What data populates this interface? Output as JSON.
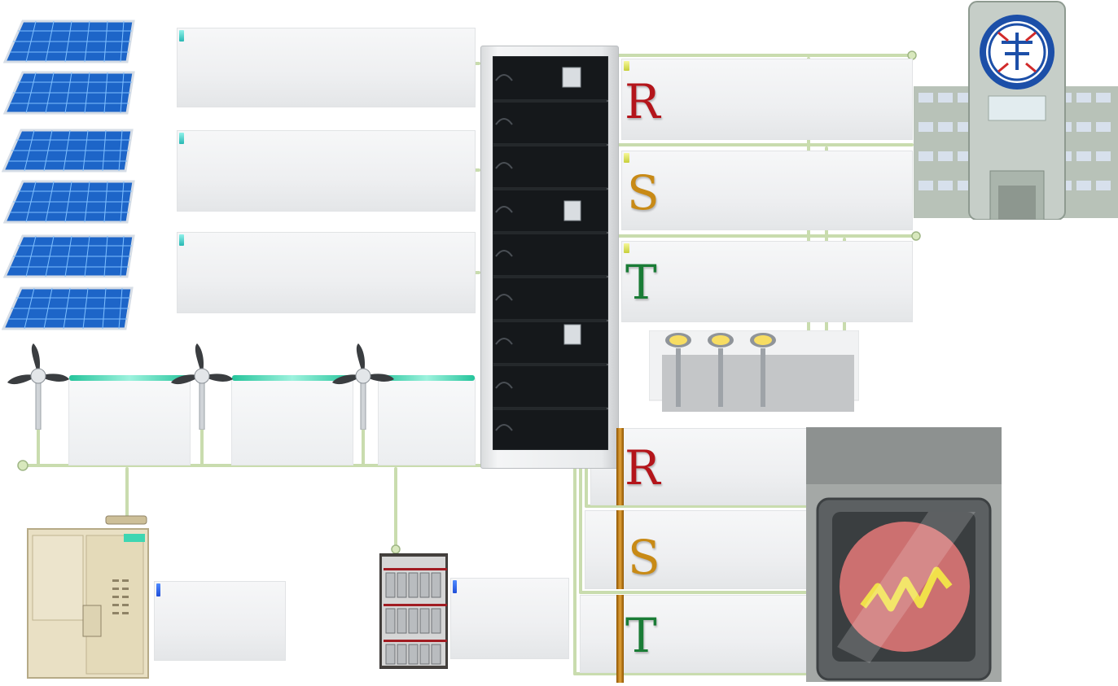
{
  "phase_labels": {
    "upper": {
      "r": "R",
      "s": "S",
      "t": "T"
    },
    "lower": {
      "r": "R",
      "s": "S",
      "t": "T"
    }
  },
  "colors": {
    "wire": "#cfe2b4",
    "phase_r": "#b4151b",
    "phase_s": "#c88a16",
    "phase_t": "#1a7c36",
    "solar_blue": "#1e6fd4",
    "wind_glow": "#25c49b"
  },
  "icons": {
    "solar": "solar-panel-icon",
    "wind": "wind-turbine-icon",
    "inverter": "inverter-rack-icon",
    "utility": "taipower-building-icon",
    "lighting": "street-lamp-icon",
    "meter": "power-meter-icon",
    "cabinet": "electrical-cabinet-icon",
    "battery": "battery-rack-icon"
  }
}
